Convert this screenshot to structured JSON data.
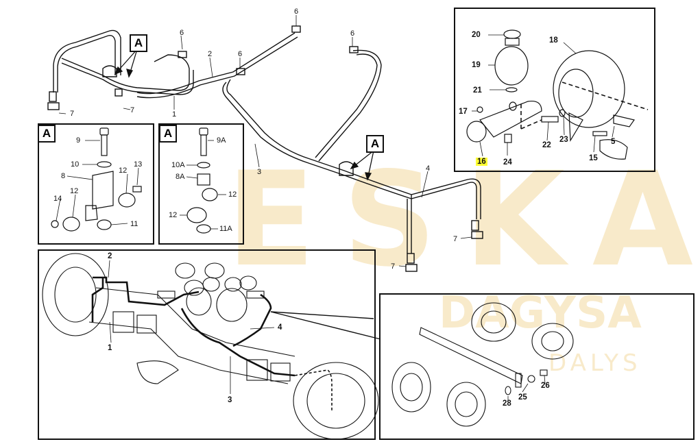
{
  "callout_tag": "A",
  "watermark": {
    "brand": "ESKA",
    "line1": "DAGYSA",
    "line2": "DALYS"
  },
  "labels": {
    "n1": "1",
    "n2": "2",
    "n3": "3",
    "n4": "4",
    "n5": "5",
    "n6": "6",
    "n7": "7",
    "n8": "8",
    "n9": "9",
    "n9a": "9A",
    "n10": "10",
    "n10a": "10A",
    "n8a": "8A",
    "n11": "11",
    "n11a": "11A",
    "n12": "12",
    "n13": "13",
    "n14": "14",
    "n15": "15",
    "n16": "16",
    "n17": "17",
    "n18": "18",
    "n19": "19",
    "n20": "20",
    "n21": "21",
    "n22": "22",
    "n23": "23",
    "n24": "24",
    "n25": "25",
    "n26": "26",
    "n28": "28"
  },
  "highlight_color": "#ffff33"
}
